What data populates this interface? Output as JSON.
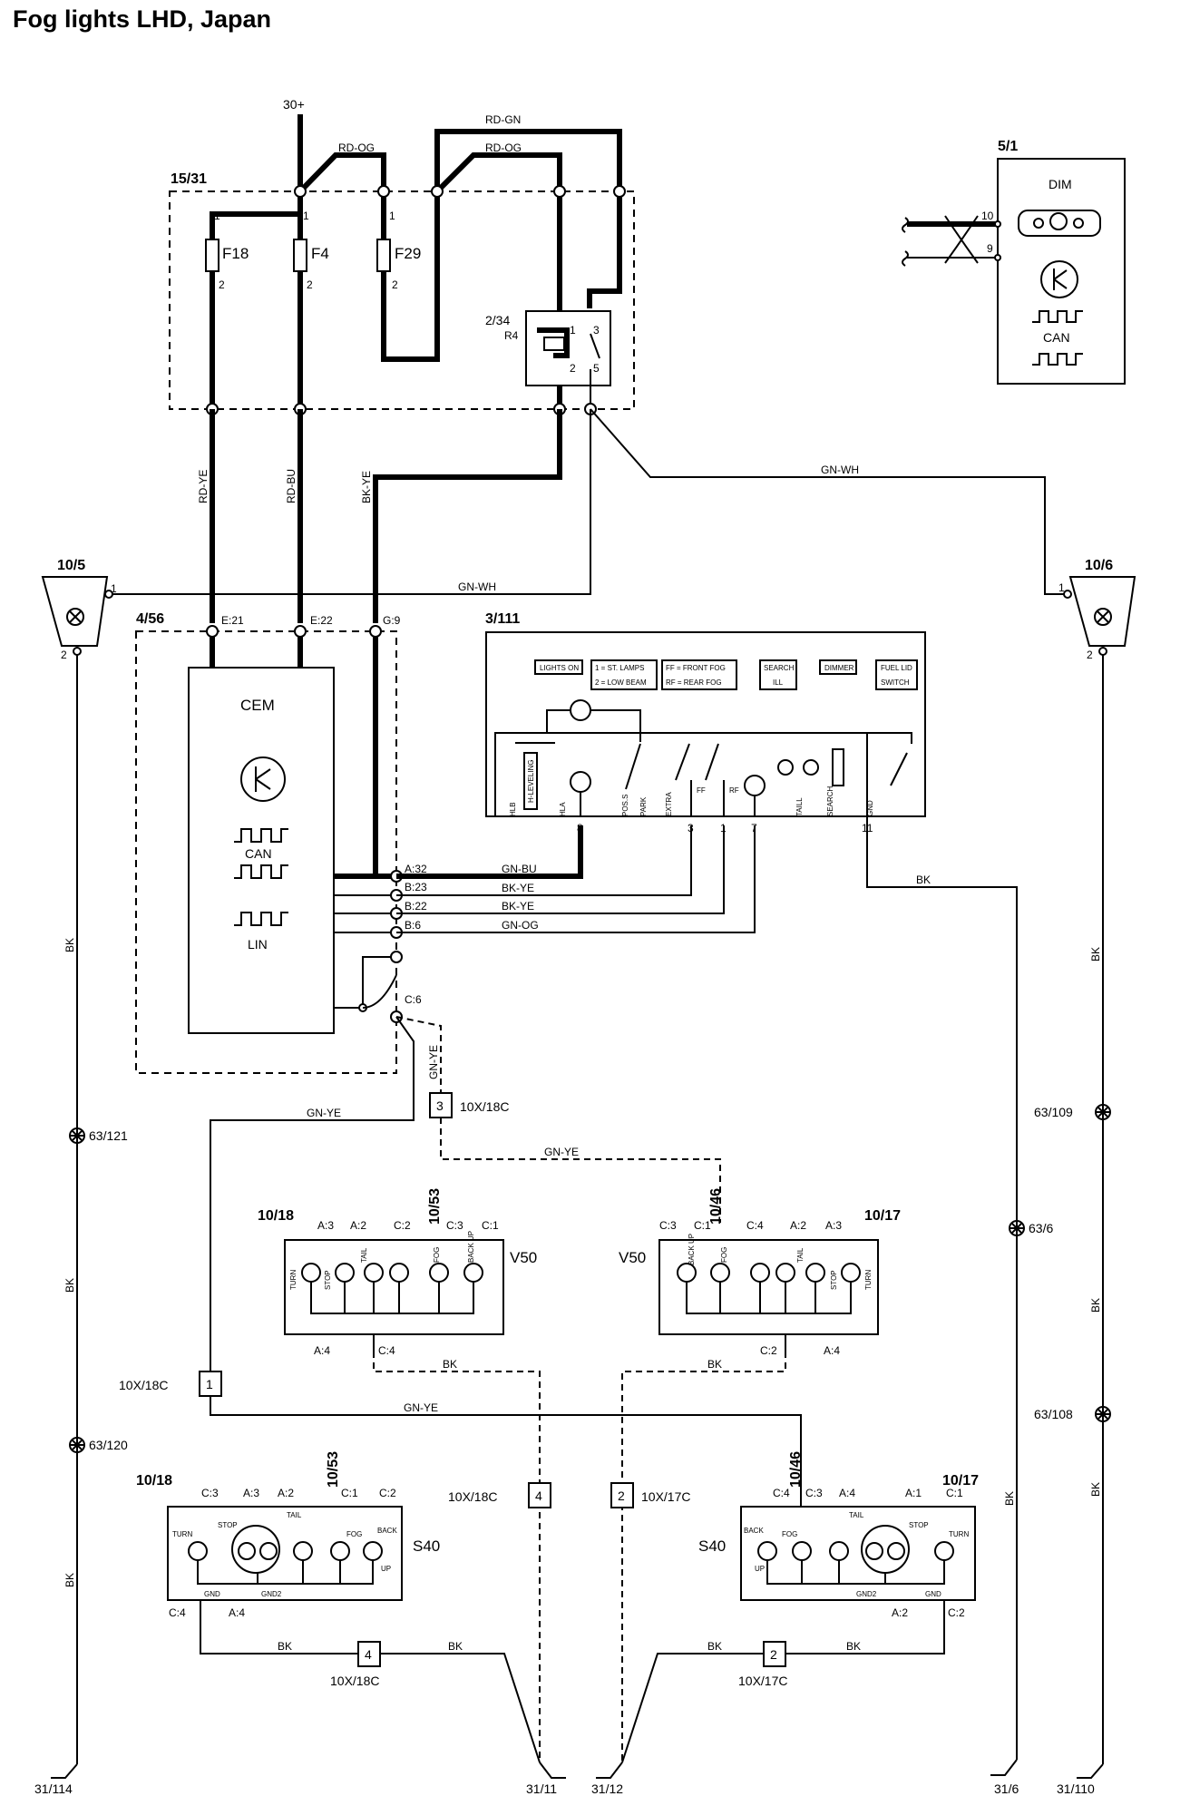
{
  "title": "Fog lights LHD, Japan",
  "supply": "30+",
  "fusebox": {
    "id": "15/31",
    "fuses": [
      "F18",
      "F4",
      "F29"
    ],
    "fuse_pin_top": "1",
    "fuse_pin_bottom": "2",
    "relay_id": "2/34",
    "relay_name": "R4",
    "relay_pins": [
      "1",
      "3",
      "2",
      "5"
    ]
  },
  "wires": {
    "rd_gn": "RD-GN",
    "rd_og_1": "RD-OG",
    "rd_og_2": "RD-OG",
    "gn_wh_1": "GN-WH",
    "gn_wh_2": "GN-WH",
    "rd_ye": "RD-YE",
    "rd_bu": "RD-BU",
    "bk_ye_v": "BK-YE",
    "gn_bu": "GN-BU",
    "bk_ye_1": "BK-YE",
    "bk_ye_2": "BK-YE",
    "gn_og": "GN-OG",
    "gn_ye_1": "GN-YE",
    "gn_ye_2": "GN-YE",
    "gn_ye_3": "GN-YE",
    "gn_ye_4": "GN-YE",
    "bk": "BK"
  },
  "dim": {
    "id": "5/1",
    "name": "DIM",
    "pins": [
      "10",
      "9"
    ],
    "can": "CAN"
  },
  "fog_lamp_left": {
    "id": "10/5",
    "pins": [
      "1",
      "2"
    ]
  },
  "fog_lamp_right": {
    "id": "10/6",
    "pins": [
      "1",
      "2"
    ]
  },
  "cem": {
    "id": "4/56",
    "name": "CEM",
    "can": "CAN",
    "lin": "LIN",
    "top_pins": [
      "E:21",
      "E:22",
      "G:9"
    ],
    "side_pins": [
      "A:32",
      "B:23",
      "B:22",
      "B:6",
      "C:6"
    ]
  },
  "switch": {
    "id": "3/111",
    "legend": [
      "LIGHTS ON",
      "1 = ST. LAMPS",
      "2 = LOW BEAM",
      "FF = FRONT FOG",
      "RF = REAR FOG",
      "SEARCH",
      "ILL",
      "DIMMER",
      "FUEL LID",
      "SWITCH"
    ],
    "pins": [
      "8",
      "3",
      "1",
      "7",
      "11"
    ],
    "labels": [
      "HLB",
      "H-LEVELING",
      "HLA",
      "POS.S",
      "PARK",
      "EXTRA",
      "FF",
      "RF",
      "TAILL",
      "SEARCH",
      "GND"
    ]
  },
  "splices": [
    "63/121",
    "63/120",
    "63/109",
    "63/6",
    "63/108"
  ],
  "connectors": {
    "c18c_a_num": "3",
    "c18c_a": "10X/18C",
    "c18c_b_num": "1",
    "c18c_b": "10X/18C",
    "c18c_c_num": "4",
    "c18c_c": "10X/18C",
    "c17c_a_num": "2",
    "c17c_a": "10X/17C",
    "c18c_d_num": "4",
    "c18c_d": "10X/18C",
    "c17c_b_num": "2",
    "c17c_b": "10X/17C"
  },
  "v50_left": {
    "ids": [
      "10/18",
      "10/53"
    ],
    "model": "V50",
    "top_pins": [
      "A:3",
      "A:2",
      "C:2",
      "C:3",
      "C:1"
    ],
    "bottom_pins": [
      "A:4",
      "C:4"
    ],
    "lamps": [
      "TURN",
      "STOP",
      "TAIL",
      "FOG",
      "BACK UP"
    ]
  },
  "v50_right": {
    "ids": [
      "10/46",
      "10/17"
    ],
    "model": "V50",
    "top_pins": [
      "C:3",
      "C:1",
      "C:4",
      "A:2",
      "A:3"
    ],
    "bottom_pins": [
      "C:2",
      "A:4"
    ],
    "lamps": [
      "BACK UP",
      "FOG",
      "TAIL",
      "STOP",
      "TURN"
    ]
  },
  "s40_left": {
    "ids": [
      "10/18",
      "10/53"
    ],
    "model": "S40",
    "top_pins": [
      "C:3",
      "A:3",
      "A:2",
      "C:1",
      "C:2"
    ],
    "bottom_pins": [
      "C:4",
      "A:4"
    ],
    "labels": [
      "TURN",
      "STOP",
      "TAIL",
      "FOG",
      "BACK",
      "UP",
      "GND",
      "GND2"
    ]
  },
  "s40_right": {
    "ids": [
      "10/46",
      "10/17"
    ],
    "model": "S40",
    "top_pins": [
      "C:4",
      "C:3",
      "A:4",
      "A:1",
      "C:1"
    ],
    "bottom_pins": [
      "A:2",
      "C:2"
    ],
    "labels": [
      "BACK",
      "UP",
      "FOG",
      "TAIL",
      "STOP",
      "TURN",
      "GND2",
      "GND"
    ]
  },
  "grounds": [
    "31/114",
    "31/11",
    "31/12",
    "31/6",
    "31/110"
  ]
}
